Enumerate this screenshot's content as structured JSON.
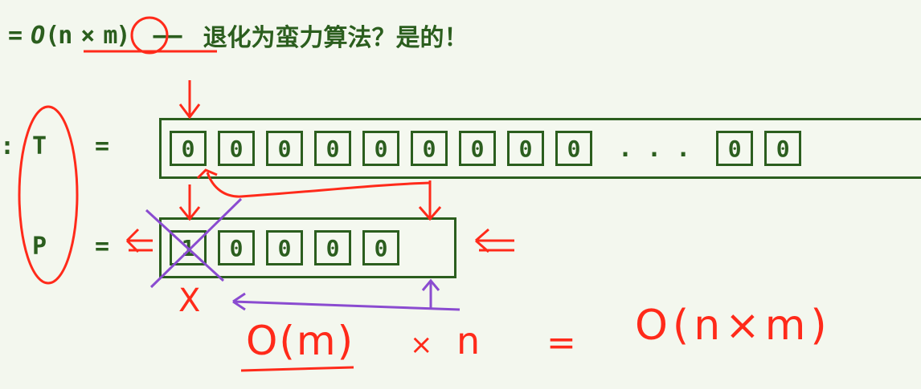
{
  "formula": {
    "eq": "=",
    "o": "O",
    "open": "(",
    "n": "n",
    "times": "×",
    "m": "m",
    "close": ")",
    "dash": "——",
    "question": "退化为蛮力算法？是的！"
  },
  "text_row": {
    "colon": ":",
    "label": "T",
    "eq": "=",
    "cells": [
      "0",
      "0",
      "0",
      "0",
      "0",
      "0",
      "0",
      "0",
      "0"
    ],
    "ellipsis": "...",
    "tail_cells": [
      "0",
      "0"
    ]
  },
  "pattern_row": {
    "label": "P",
    "eq": "=",
    "cells": [
      "1",
      "0",
      "0",
      "0",
      "0"
    ]
  },
  "annotations": {
    "x_mark": "X",
    "cost_left": "O(m)",
    "cost_times": "×",
    "cost_n": "n",
    "cost_eq": "=",
    "cost_right": "O(n×m)"
  },
  "colors": {
    "ink_green": "#2b5e1e",
    "marker_red": "#ff2a1a",
    "marker_purple": "#8a4bd0",
    "background": "#f3f7ee"
  }
}
